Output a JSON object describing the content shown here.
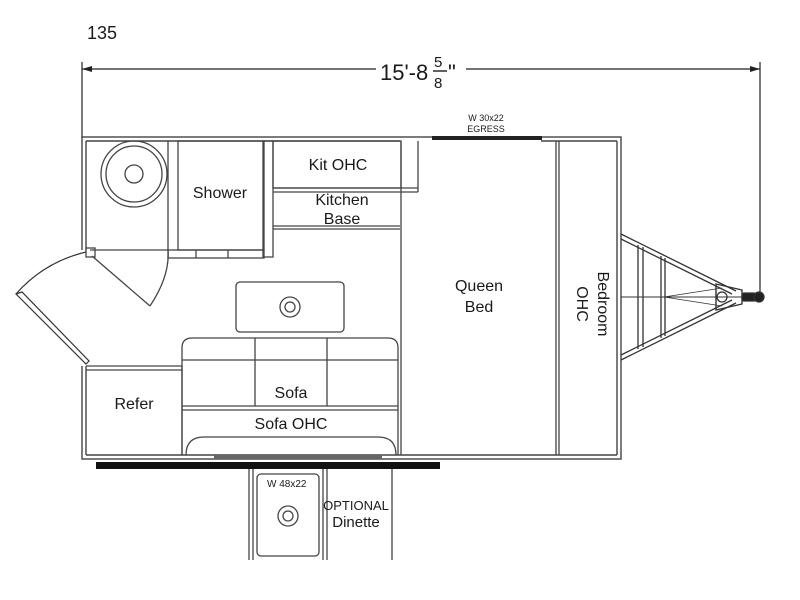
{
  "model_number": "135",
  "overall_length": {
    "whole": "15'-8",
    "frac_num": "5",
    "frac_den": "8",
    "inch_mark": "\""
  },
  "egress_window": {
    "size": "W 30x22",
    "type": "EGRESS"
  },
  "rooms": {
    "shower": "Shower",
    "kit_ohc": "Kit OHC",
    "kitchen_base_1": "Kitchen",
    "kitchen_base_2": "Base",
    "queen_bed_1": "Queen",
    "queen_bed_2": "Bed",
    "bedroom_ohc_1": "Bedroom",
    "bedroom_ohc_2": "OHC",
    "refer": "Refer",
    "sofa": "Sofa",
    "sofa_ohc": "Sofa OHC"
  },
  "optional_dinette": {
    "window": "W 48x22",
    "label_1": "OPTIONAL",
    "label_2": "Dinette"
  }
}
